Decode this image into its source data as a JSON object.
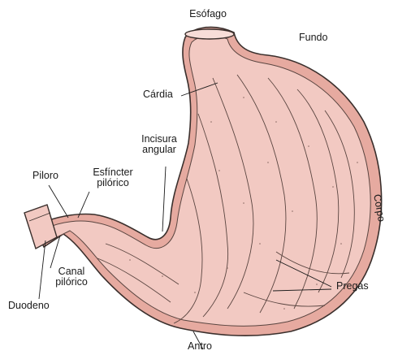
{
  "colors": {
    "tissue": "#f2c9c2",
    "wall": "#e6aaa0",
    "outline": "#3a2f2c",
    "text": "#1a1a1a"
  },
  "labels": {
    "esofago": "Esófago",
    "fundo": "Fundo",
    "cardia": "Cárdia",
    "incisura_line1": "Incisura",
    "incisura_line2": "angular",
    "piloro": "Piloro",
    "esfincter_line1": "Esfíncter",
    "esfincter_line2": "pilórico",
    "corpo": "Corpo",
    "canal_line1": "Canal",
    "canal_line2": "pilórico",
    "duodeno": "Duodeno",
    "pregas": "Pregas",
    "antro": "Antro"
  }
}
